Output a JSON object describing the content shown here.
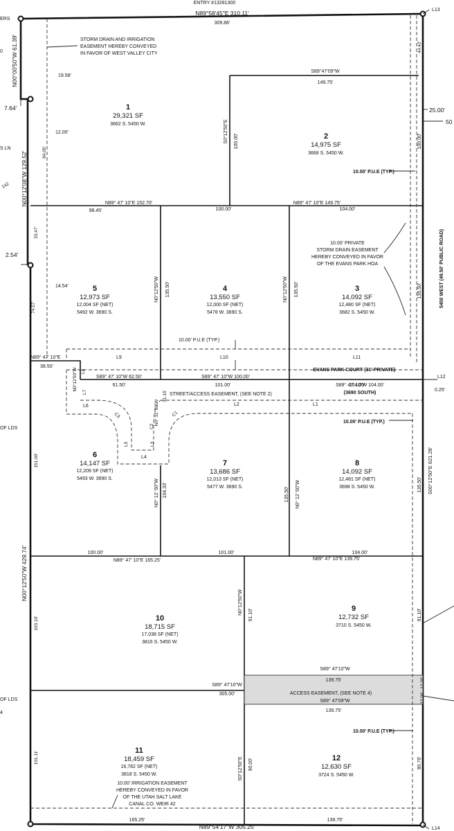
{
  "header": {
    "entry": "ENTRY #13281300",
    "frag_top_left": "ERS",
    "label_l13": "L13",
    "label_l14": "L14",
    "label_l12": "L12"
  },
  "boundary": {
    "north_bearing": "N89°58'45\"E 310.11'",
    "north_sub": "309.86'",
    "south_bearing": "N89°54'17\"W 305.25'",
    "east_bearing": "S00°12'50\"E 621.28'",
    "west_upper": "N00°00'50\"W 61.39'",
    "west_mid": "N00°12'08\"W 129.52'",
    "west_lower": "N00°12'50\"W 429.74'",
    "offset_764": "7.64'",
    "offset_254": "2.54'",
    "offset_2500": "25.00'",
    "frag_50": "50",
    "frag_lds1": "OF LDS",
    "frag_lds2": "OF LDS",
    "frag_ln": "S LN",
    "frag_142": "142",
    "frag_0": "0",
    "frag_4": "4",
    "dim_1958": "19.58'",
    "dim_1200": "12.00'",
    "dim_1454": "14.54'",
    "dim_4442": "44.42'",
    "dim_025": "0.25'"
  },
  "notes": {
    "storm_drain_wvc": [
      "STORM DRAIN AND IRRIGATION",
      "EASEMENT HEREBY CONVEYED",
      "IN FAVOR OF WEST VALLEY CITY"
    ],
    "private_storm": [
      "10.00' PRIVATE",
      "STORM DRAIN EASEMENT",
      "HEREBY CONVEYED IN FAVOR",
      "OF THE EVANS PARK HOA"
    ],
    "irrigation": [
      "10.00' IRRIGATION EASEMENT",
      "HEREBY CONVEYED IN FAVOR",
      "OF THE UTAH SALT LAKE",
      "CANAL CO. WEIR 42"
    ],
    "pue1": "10.00' P.U.E (TYP.)",
    "pue2": "10.00' P.U.E (TYP.)",
    "pue3": "10.00' P.U.E (TYP.)",
    "pue4": "10.00' P.U.E (TYP.)",
    "street_easement": "STREET/ACCESS EASEMENT, (SEE NOTE 2)",
    "access_easement": "ACCESS EASEMENT, (SEE NOTE 4)",
    "public_road": "5450 WEST (49.50' PUBLIC ROAD)",
    "court_name": "EVANS PARK COURT (31' PRIVATE)",
    "court_bearing": "S89° 47' 10\"W 104.00'",
    "court_south": "(3690 SOUTH)"
  },
  "lines": {
    "l9": "L9",
    "l10": "L10",
    "l11": "L11",
    "l8": "L8",
    "l7": "L7",
    "l6": "L6",
    "l5": "L5",
    "l4": "L4",
    "l3": "L3",
    "l2": "L2",
    "l1": "L1",
    "c1": "C1",
    "c2": "C2",
    "c3": "C3"
  },
  "dims": {
    "b_l2_top": "S89°47'09\"W",
    "b_l2_len": "149.75'",
    "b_l2_west": "S0°12'50\"E",
    "b_l2_west_len": "100.00'",
    "b_l2_east": "100.00'",
    "r1": "N89° 47' 10\"E 152.70'",
    "r1_a": "98.45'",
    "r1_b": "100.00'",
    "r1_c": "N89° 47' 10\"E 149.75'",
    "r1_d": "104.00'",
    "lot1_w": "84.05'",
    "lot5_w": "33.47'",
    "lot5_w2": "74.57'",
    "v5": "N0°12'50\"W",
    "v5_len": "135.50'",
    "v3": "N0°12'50\"W",
    "v3_len": "135.50'",
    "lot3_e": "135.50'",
    "n_a": "N89° 47' 10\"E",
    "n_b": "38.50'",
    "s_a": "S89° 47' 10\"W 62.50'",
    "s_b": "61.50'",
    "s_c": "S89° 47' 10\"W 100.00'",
    "s_d": "101.00'",
    "s_e": "104.00'",
    "l8_v": "N0°12'50\"W",
    "c_v": "N0° 12' 50\"W",
    "c_v_len": "31.15'",
    "lot6_w": "151.00'",
    "lot7_v": "N0° 12' 50\"W",
    "lot7_v_len": "104.33'",
    "lot8_v": "N0° 12' 50\"W",
    "lot8_v_len": "135.50'",
    "lot8_e": "135.50'",
    "r3_a": "100.00'",
    "r3_b": "101.00'",
    "r3_c": "104.00'",
    "r3": "N89° 47' 10\"E 165.25'",
    "r3_d": "N89° 47' 10\"E 139.75'",
    "lot10_w": "103.10'",
    "v9": "N0°12'50\"W",
    "v9_len": "91.10'",
    "lot9_e": "91.10'",
    "ae_top": "S89° 47'10\"W",
    "ae_top_len": "139.75'",
    "r4": "S89° 47'10\"W",
    "r4_len": "305.00'",
    "ae_bot": "S89° 47'09\"W",
    "ae_bot_len": "139.75'",
    "ae_side1": "12.00'",
    "ae_side2": "12.00'",
    "lot11_w": "101.11'",
    "v12": "S0°12'50\"E",
    "v12_len": "90.00'",
    "lot12_e": "90.76'",
    "b_a": "165.25'",
    "b_b": "139.75'"
  },
  "lots": [
    {
      "num": "1",
      "sf": "29,321 SF",
      "net": "",
      "addr": "3662 S. 5450 W."
    },
    {
      "num": "2",
      "sf": "14,975 SF",
      "net": "",
      "addr": "3668 S. 5450 W."
    },
    {
      "num": "3",
      "sf": "14,092 SF",
      "net": "12,480 SF (NET)",
      "addr": "3682 S. 5450 W."
    },
    {
      "num": "4",
      "sf": "13,550 SF",
      "net": "12,000 SF (NET)",
      "addr": "5478 W. 3690 S."
    },
    {
      "num": "5",
      "sf": "12,973 SF",
      "net": "12,004 SF (NET)",
      "addr": "5492 W. 3690 S."
    },
    {
      "num": "6",
      "sf": "14,147 SF",
      "net": "12,209 SF (NET)",
      "addr": "5493 W. 3690 S."
    },
    {
      "num": "7",
      "sf": "13,686 SF",
      "net": "12,013 SF (NET)",
      "addr": "5477 W. 3690 S."
    },
    {
      "num": "8",
      "sf": "14,092 SF",
      "net": "12,481 SF (NET)",
      "addr": "3698 S. 5450 W."
    },
    {
      "num": "9",
      "sf": "12,732 SF",
      "net": "",
      "addr": "3710 S. 5450 W."
    },
    {
      "num": "10",
      "sf": "18,715 SF",
      "net": "17,038 SF (NET)",
      "addr": "3816 S. 5450 W."
    },
    {
      "num": "11",
      "sf": "18,459 SF",
      "net": "16,782 SF (NET)",
      "addr": "3818 S. 5450 W."
    },
    {
      "num": "12",
      "sf": "12,630 SF",
      "net": "",
      "addr": "3724 S. 5450 W."
    }
  ],
  "colors": {
    "line": "#111111",
    "easement_fill": "#dcdcdc",
    "background": "#ffffff"
  }
}
